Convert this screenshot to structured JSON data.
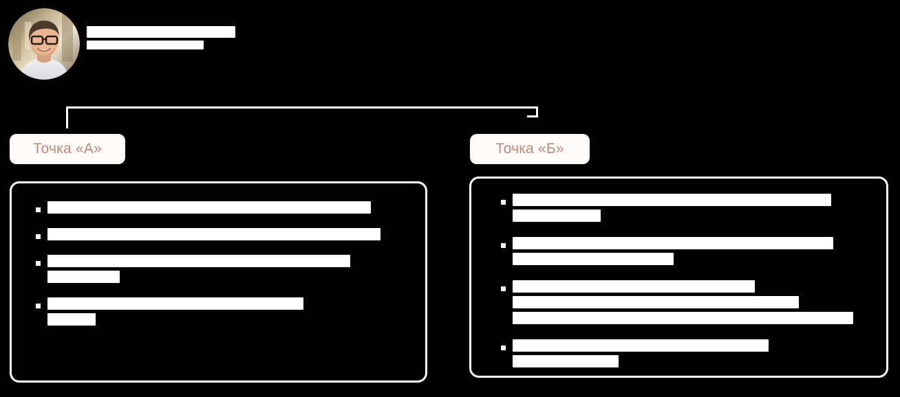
{
  "slide": {
    "background_color": "#000000",
    "accent_color": "#c08878",
    "line_color": "#ffffff",
    "pill_background": "#fdfbf8"
  },
  "speaker": {
    "avatar_alt": "speaker-portrait",
    "name_redacted": true,
    "name_line_widths": [
      216,
      170
    ]
  },
  "connector": {
    "type": "tree",
    "branches": 2
  },
  "points": [
    {
      "id": "point-a",
      "label": "Точка «А»",
      "bullets": [
        {
          "line_widths": [
            470
          ]
        },
        {
          "line_widths": [
            484
          ]
        },
        {
          "line_widths": [
            440,
            105
          ]
        },
        {
          "line_widths": [
            372,
            70
          ]
        }
      ]
    },
    {
      "id": "point-b",
      "label": "Точка «Б»",
      "bullets": [
        {
          "line_widths": [
            463,
            128
          ]
        },
        {
          "line_widths": [
            466,
            234
          ]
        },
        {
          "line_widths": [
            352,
            416,
            495
          ]
        },
        {
          "line_widths": [
            372,
            154
          ]
        }
      ]
    }
  ]
}
